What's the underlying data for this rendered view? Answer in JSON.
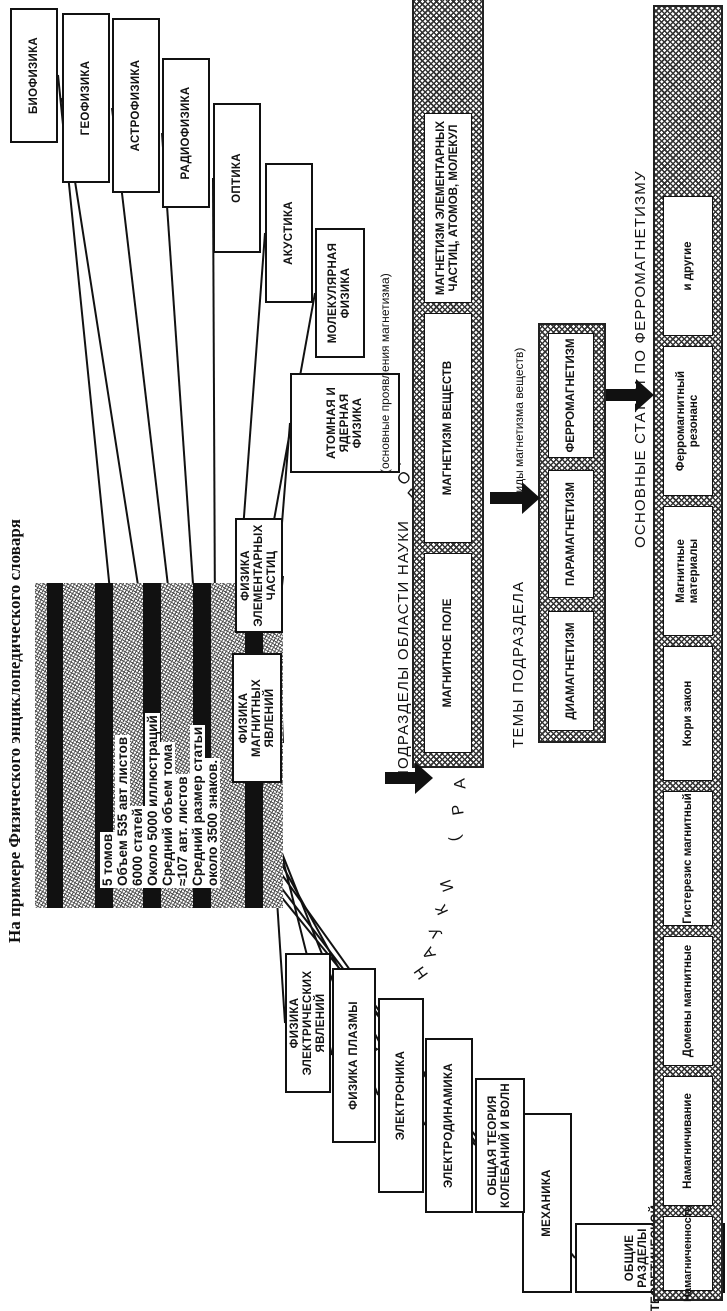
{
  "title": "На примере Физического энциклопедического словаря",
  "books": {
    "lines": [
      "5 томов",
      "Объем 535 авт листов",
      "6000 статей",
      "Около 5000 иллюстраций",
      "Средний объем тома",
      "≈107 авт. листов",
      "Средний размер статьи",
      "около 3500 знаков."
    ]
  },
  "science_areas": {
    "arc_label": "ОБЛАСТИ НАУКИ (РАЗДЕЛЫ ЭНЦИКЛОПЕДИИ)",
    "left": [
      "ОБЩИЕ РАЗДЕЛЫ ТЕОРЕТИЧЕСКОЙ ФИЗИКИ",
      "МЕХАНИКА",
      "ОБЩАЯ ТЕОРИЯ КОЛЕБАНИЙ И ВОЛН",
      "ЭЛЕКТРОДИНАМИКА",
      "ЭЛЕКТРОНИКА",
      "ФИЗИКА ПЛАЗМЫ",
      "ФИЗИКА ЭЛЕКТРИЧЕСКИХ ЯВЛЕНИЙ"
    ],
    "center": [
      "ФИЗИКА МАГНИТНЫХ ЯВЛЕНИЙ",
      "ФИЗИКА ЭЛЕМЕНТАРНЫХ ЧАСТИЦ",
      "АТОМНАЯ И ЯДЕРНАЯ ФИЗИКА"
    ],
    "right": [
      "МОЛЕКУЛЯРНАЯ ФИЗИКА",
      "АКУСТИКА",
      "ОПТИКА",
      "РАДИОФИЗИКА",
      "АСТРОФИЗИКА",
      "ГЕОФИЗИКА",
      "БИОФИЗИКА"
    ]
  },
  "subsections": {
    "label": "ПОДРАЗДЕЛЫ ОБЛАСТИ НАУКИ",
    "note": "(основные проявления магнетизма)",
    "items": [
      "МАГНИТНОЕ ПОЛЕ",
      "МАГНЕТИЗМ ВЕЩЕСТВ",
      "МАГНЕТИЗМ ЭЛЕМЕНТАРНЫХ ЧАСТИЦ, АТОМОВ, МОЛЕКУЛ"
    ]
  },
  "topics": {
    "label": "ТЕМЫ ПОДРАЗДЕЛА",
    "note": "(виды магнетизма веществ)",
    "items": [
      "ДИАМАГНЕТИЗМ",
      "ПАРАМАГНЕТИЗМ",
      "ФЕРРОМАГНЕТИЗМ"
    ]
  },
  "articles": {
    "label": "ОСНОВНЫЕ СТАТЬИ ПО ФЕРРОМАГНЕТИЗМУ",
    "items": [
      "Намагниченность",
      "Намагничивание",
      "Домены магнитные",
      "Гистерезис магнитный",
      "Кюри закон",
      "Магнитные материалы",
      "Ферромагнитный резонанс",
      "и другие"
    ]
  }
}
